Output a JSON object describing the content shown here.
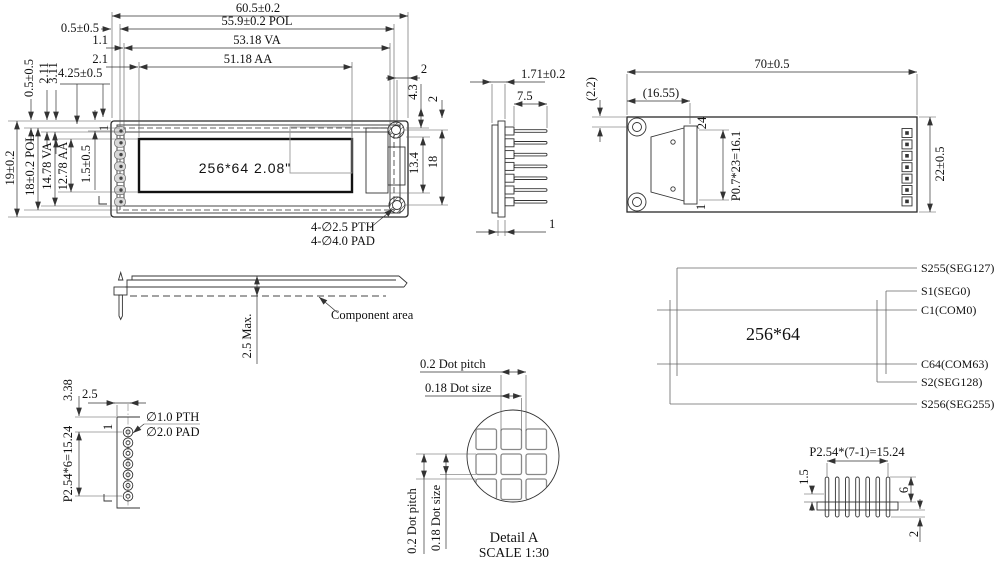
{
  "front": {
    "total_width": "60.5±0.2",
    "pol_gap": "0.5±0.5",
    "pol_width": "55.9±0.2 POL",
    "va_gap": "1.1",
    "va_width": "53.18 VA",
    "aa_gap": "2.1",
    "aa_width": "51.18 AA",
    "pin_offset": "4.25±0.5",
    "top_gap": "0.5±0.5",
    "va_top": "2.11",
    "aa_top": "3.11",
    "total_height": "19±0.2",
    "pol_height": "18±0.2 POL",
    "va_height": "14.78 VA",
    "aa_height": "12.78 AA",
    "pad_offset": "1.5±0.5",
    "pin1": "1",
    "display": "256*64  2.08\"",
    "hole_offset": "2",
    "hole_top": "4.3",
    "hole_top2": "2",
    "fpc_height": "13.4",
    "right_height": "18",
    "pth_note": "4-∅2.5 PTH",
    "pad_note": "4-∅4.0 PAD"
  },
  "side": {
    "thickness": "1.71±0.2",
    "pin_length": "7.5",
    "pcb_thickness": "1"
  },
  "back": {
    "width": "70±0.5",
    "conn_offset": "(16.55)",
    "edge_gap": "(2.2)",
    "pin24": "24",
    "conn_pitch": "P0.7*23=16.1",
    "pin1": "1",
    "height": "22±0.5"
  },
  "profile": {
    "max_height": "2.5 Max.",
    "comp_area": "Component area"
  },
  "pinmap": {
    "s255": "S255(SEG127)",
    "s1": "S1(SEG0)",
    "c1": "C1(COM0)",
    "res": "256*64",
    "c64": "C64(COM63)",
    "s2": "S2(SEG128)",
    "s256": "S256(SEG255)"
  },
  "paddet": {
    "first_pad": "3.38",
    "pad_offset": "2.5",
    "pth": "∅1.0 PTH",
    "pad": "∅2.0 PAD",
    "pitch": "P2.54*6=15.24",
    "pin1": "1"
  },
  "detaila": {
    "pitch_h": "0.2 Dot pitch",
    "size_h": "0.18 Dot size",
    "pitch_v": "0.2 Dot pitch",
    "size_v": "0.18 Dot size",
    "title": "Detail A",
    "scale": "SCALE 1:30"
  },
  "header": {
    "pitch": "P2.54*(7-1)=15.24",
    "pin_width": "1.5",
    "pin_top": "6",
    "pin_bottom": "2"
  }
}
